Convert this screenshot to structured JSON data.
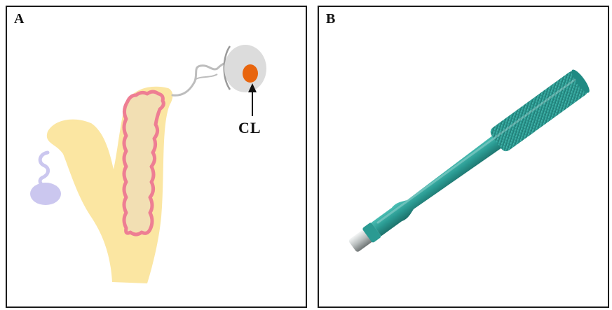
{
  "figure": {
    "panel_a": {
      "label": "A",
      "annotation": "CL"
    },
    "panel_b": {
      "label": "B"
    }
  },
  "colors": {
    "oviduct": "#fbe6a2",
    "uterus_inner": "#f2dfb3",
    "endometrium": "#ee7e93",
    "ovary": "#cbc7ef",
    "corpus_luteum": "#e8650e",
    "follicle": "#dcdcdc",
    "instrument": "#2a9a92",
    "instrument_tip": "#c8cccc"
  }
}
